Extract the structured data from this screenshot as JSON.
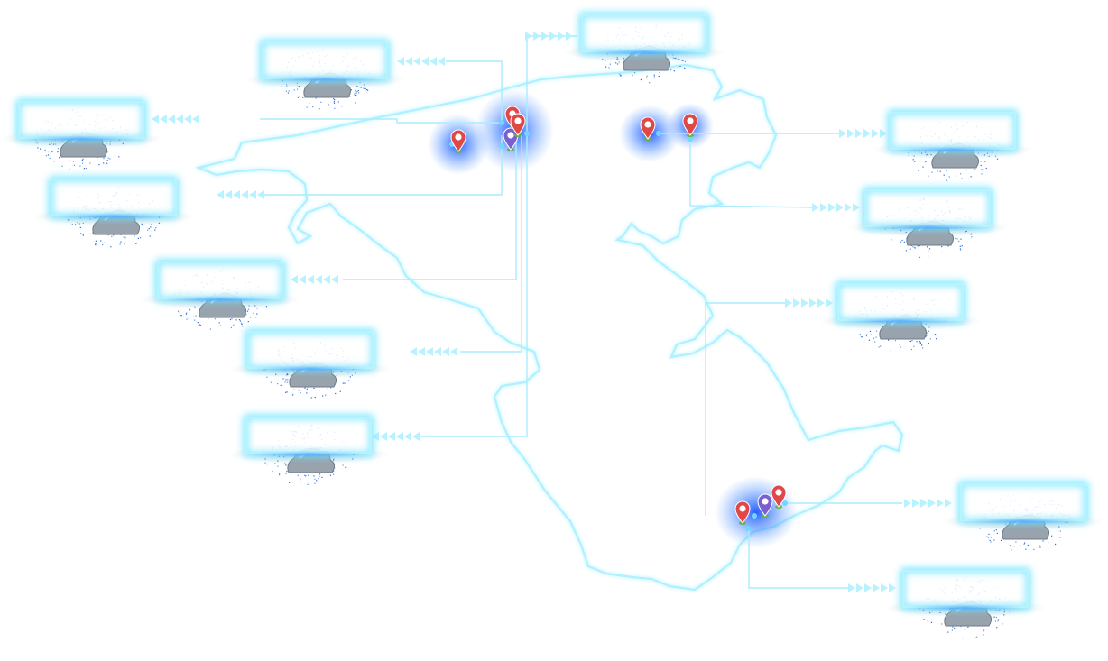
{
  "map": {
    "outline_color": "#aef1ff",
    "line_color": "#a9ecff",
    "glow_color": "#2f6dff",
    "marker_red": "#e04848",
    "marker_purple": "#7a5fd0",
    "marker_base": "#6ab04c"
  },
  "markers": [
    {
      "name": "marker-1",
      "color": "red"
    },
    {
      "name": "marker-2",
      "color": "red"
    },
    {
      "name": "marker-3",
      "color": "purple"
    },
    {
      "name": "marker-4",
      "color": "red"
    },
    {
      "name": "marker-5",
      "color": "red"
    },
    {
      "name": "marker-6",
      "color": "red"
    },
    {
      "name": "marker-7",
      "color": "red"
    },
    {
      "name": "marker-8",
      "color": "purple"
    },
    {
      "name": "marker-9",
      "color": "red"
    }
  ],
  "labels": [
    {
      "name": "label-box-1",
      "text": ""
    },
    {
      "name": "label-box-2",
      "text": ""
    },
    {
      "name": "label-box-3",
      "text": ""
    },
    {
      "name": "label-box-4",
      "text": ""
    },
    {
      "name": "label-box-5",
      "text": ""
    },
    {
      "name": "label-box-6",
      "text": ""
    },
    {
      "name": "label-box-7",
      "text": ""
    },
    {
      "name": "label-box-8",
      "text": ""
    },
    {
      "name": "label-box-9",
      "text": ""
    },
    {
      "name": "label-box-10",
      "text": ""
    },
    {
      "name": "label-box-11",
      "text": ""
    },
    {
      "name": "label-box-12",
      "text": ""
    },
    {
      "name": "label-box-13",
      "text": ""
    }
  ]
}
